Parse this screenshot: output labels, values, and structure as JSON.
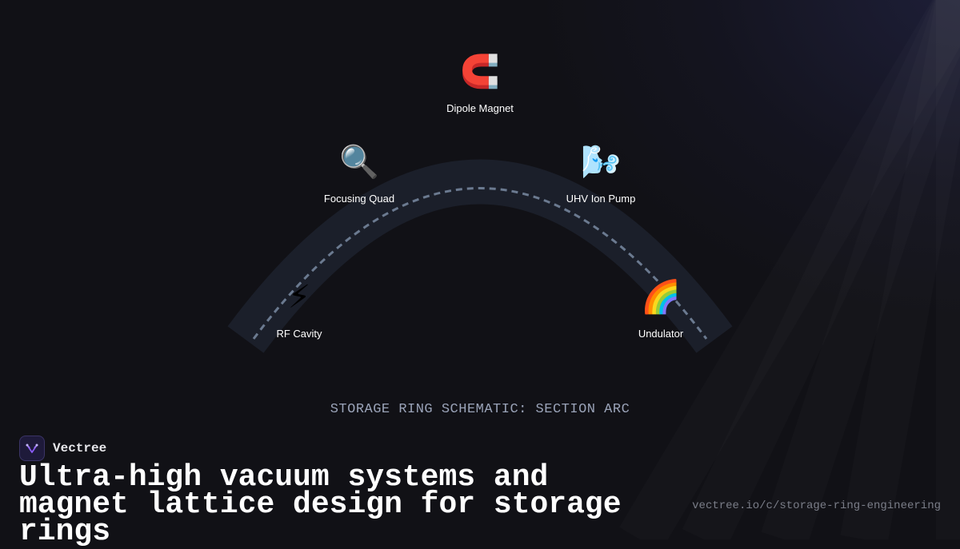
{
  "diagram": {
    "caption": "STORAGE RING SCHEMATIC: SECTION ARC",
    "nodes": [
      {
        "id": "dipole",
        "label": "Dipole Magnet",
        "icon": "magnet-icon",
        "glyph": "🧲"
      },
      {
        "id": "quad",
        "label": "Focusing Quad",
        "icon": "magnifier-icon",
        "glyph": "🔍"
      },
      {
        "id": "pump",
        "label": "UHV Ion Pump",
        "icon": "wind-icon",
        "glyph": "🌬️"
      },
      {
        "id": "rf",
        "label": "RF Cavity",
        "icon": "lightning-icon",
        "glyph": "⚡"
      },
      {
        "id": "undulator",
        "label": "Undulator",
        "icon": "rainbow-icon",
        "glyph": "🌈"
      }
    ]
  },
  "brand": {
    "name": "Vectree",
    "logo_icon": "vectree-logo-icon",
    "accent": "#8b5cf6"
  },
  "headline": "Ultra-high vacuum systems and magnet lattice design for storage rings",
  "url": "vectree.io/c/storage-ring-engineering",
  "colors": {
    "background": "#111116",
    "arc": "#1b1f2a",
    "beam_path": "#6b7a90",
    "caption": "#9aa3b8",
    "url": "#7a7d88"
  }
}
